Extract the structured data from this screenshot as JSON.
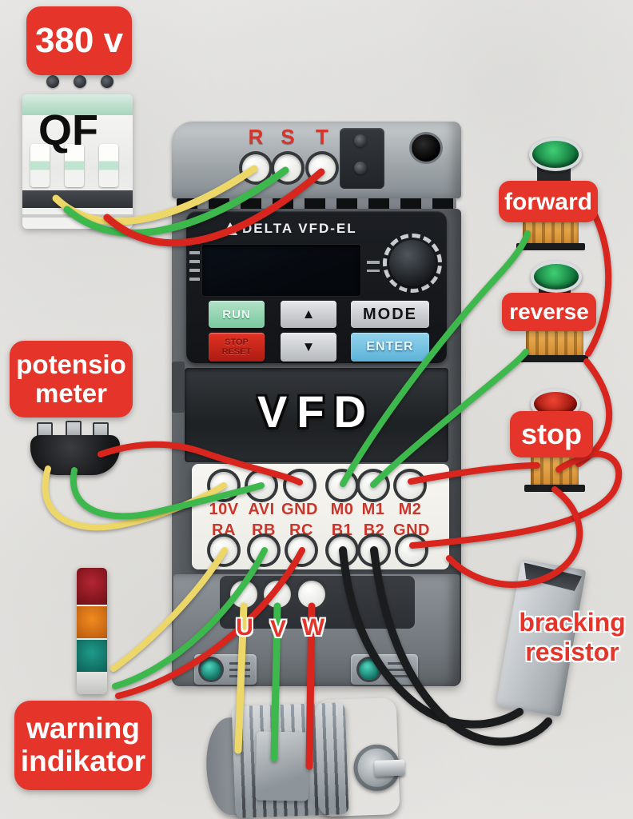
{
  "colors": {
    "label_red": "#e5342a",
    "terminal_text_red": "#c9362c",
    "run_green": "#8fd6ae",
    "stop_red": "#d42a1e",
    "enter_blue": "#7cc6e8",
    "wires": {
      "yellow": "#ecd768",
      "green": "#3db84d",
      "red": "#d8251d",
      "black": "#1b1c1e"
    }
  },
  "breaker": {
    "voltage_label": "380 v",
    "name": "QF"
  },
  "vfd": {
    "brand": "DELTA VFD-EL",
    "big_label": "VFD",
    "power_terminals": [
      "R",
      "S",
      "T"
    ],
    "keypad": {
      "run": "RUN",
      "stop_line1": "STOP",
      "stop_line2": "RESET",
      "up": "▲",
      "down": "▼",
      "mode": "MODE",
      "enter": "ENTER"
    },
    "terminals_row1": [
      "10V",
      "AVI",
      "GND",
      "M0",
      "M1",
      "M2"
    ],
    "terminals_row2": [
      "RA",
      "RB",
      "RC",
      "B1",
      "B2",
      "GND"
    ],
    "output_terminals": [
      "U",
      "V",
      "W"
    ]
  },
  "devices": {
    "potentiometer": {
      "line1": "potensio",
      "line2": "meter"
    },
    "forward_button": {
      "label": "forward"
    },
    "reverse_button": {
      "label": "reverse"
    },
    "stop_button": {
      "label": "stop"
    },
    "braking_resistor": {
      "line1": "bracking",
      "line2": "resistor"
    },
    "warning_indicator": {
      "line1": "warning",
      "line2": "indikator"
    }
  }
}
